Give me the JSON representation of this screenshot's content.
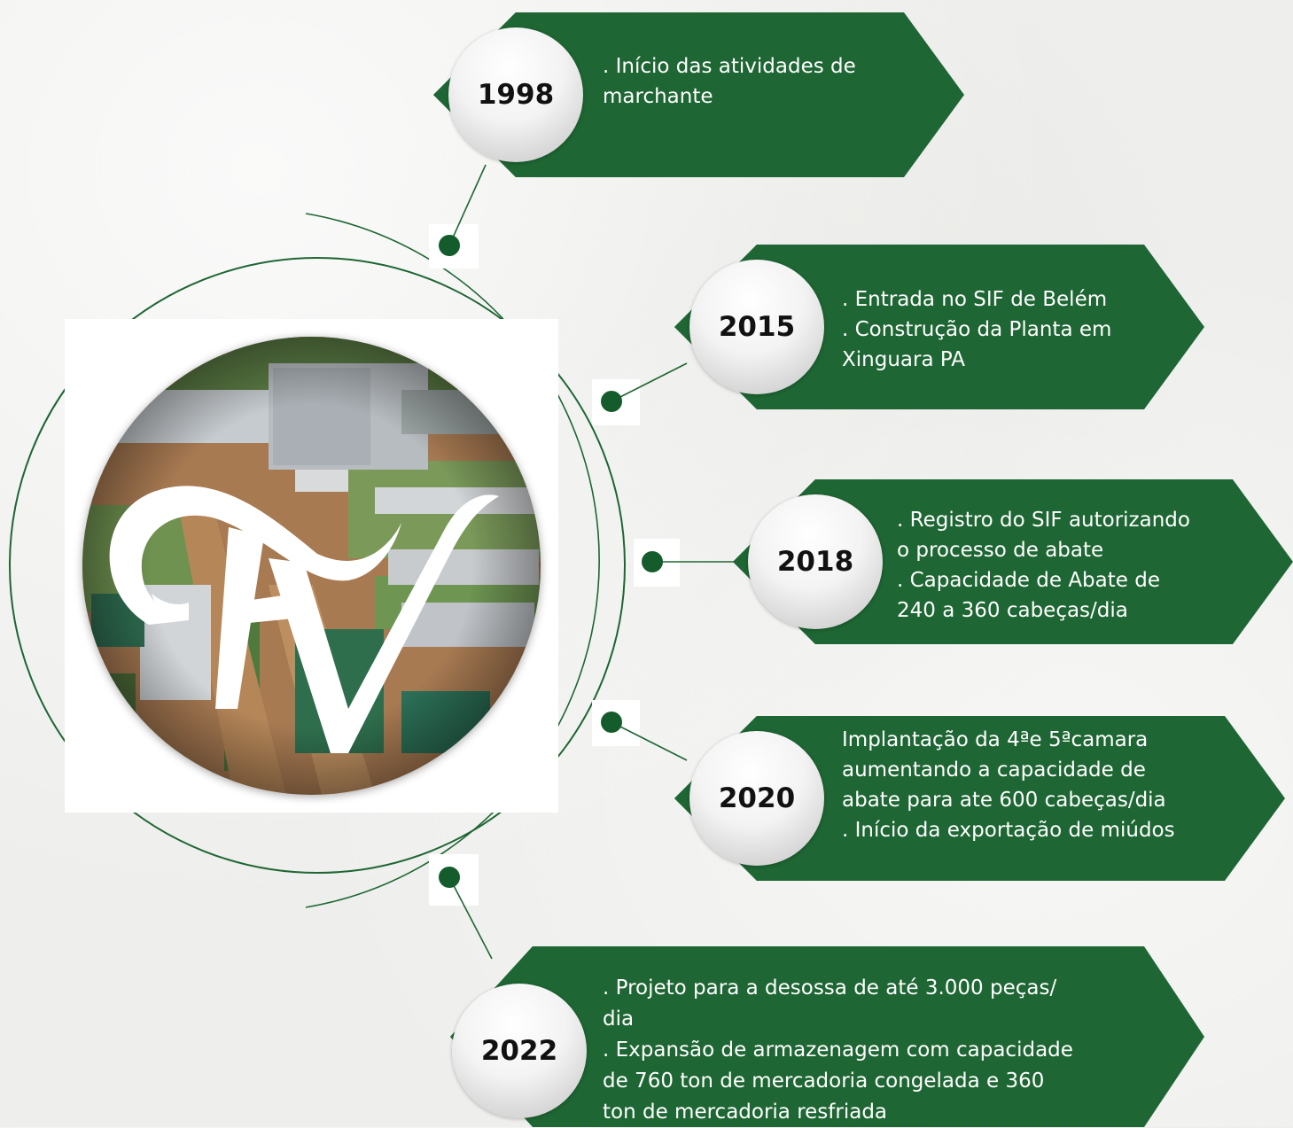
{
  "colors": {
    "banner": "#1e6633",
    "node": "#155c2c",
    "line": "#1e6633",
    "text_on_banner": "#ffffff",
    "year_text": "#111111"
  },
  "logo": {
    "name": "FV monogram over aerial photo of plant",
    "icon": "fv-logo-icon"
  },
  "timeline": [
    {
      "year": "1998",
      "lines": [
        ". Início das atividades de",
        "marchante"
      ]
    },
    {
      "year": "2015",
      "lines": [
        ". Entrada no SIF de Belém",
        ". Construção da Planta em",
        "Xinguara PA"
      ]
    },
    {
      "year": "2018",
      "lines": [
        ". Registro do SIF autorizando",
        "o processo de abate",
        ". Capacidade de Abate de",
        "240 a 360 cabeças/dia"
      ]
    },
    {
      "year": "2020",
      "lines": [
        " Implantação da 4ªe 5ªcamara",
        "aumentando a capacidade de",
        "abate para ate 600 cabeças/dia",
        ". Início da exportação de miúdos"
      ]
    },
    {
      "year": "2022",
      "lines": [
        ". Projeto para a desossa de até 3.000 peças/",
        "dia",
        ". Expansão de armazenagem com capacidade",
        "de 760 ton de mercadoria congelada e 360",
        "ton de mercadoria resfriada"
      ]
    }
  ]
}
